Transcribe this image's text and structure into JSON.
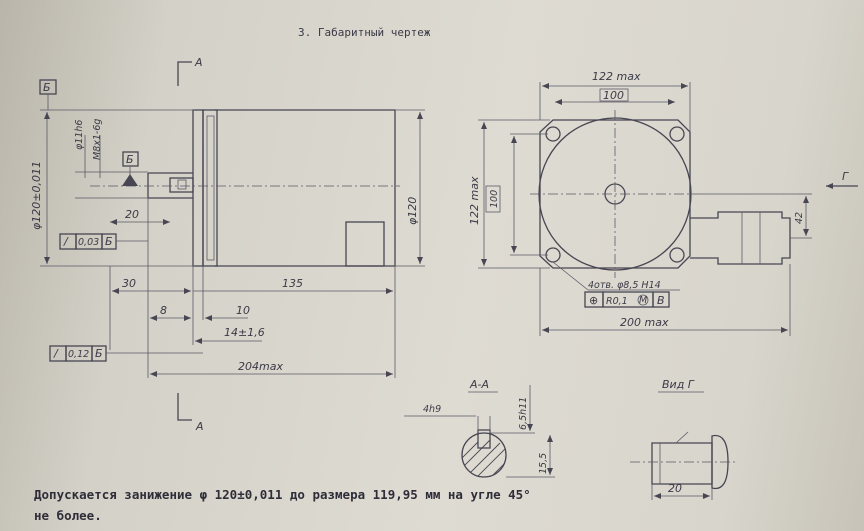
{
  "title": "3. Габаритный чертеж",
  "side_view": {
    "datum_b_top": "Б",
    "datum_b_mid": "Б",
    "section_mark_top": "А",
    "section_mark_bottom": "А",
    "dim_shaft_dia_a": "φ11h6",
    "dim_shaft_dia_b": "M8x1-6g",
    "dim_flange_dia": "φ120±0,011",
    "dim_20": "20",
    "dim_30": "30",
    "dim_135": "135",
    "dim_8": "8",
    "dim_10": "10",
    "dim_14": "14±1,6",
    "dim_204": "204max",
    "dim_body_dia": "φ120",
    "tol1_sym": "/",
    "tol1_val": "0,03",
    "tol1_ref": "Б",
    "tol2_sym": "/",
    "tol2_val": "0,12",
    "tol2_ref": "Б"
  },
  "front_view": {
    "dim_122_top": "122 max",
    "dim_100_top": "100",
    "dim_122_left": "122 max",
    "dim_100_left": "100",
    "dim_42": "42",
    "dim_200": "200 max",
    "holes_note": "4отв. φ8,5 H14",
    "pos_sym": "⊕",
    "pos_val": "R0,1",
    "pos_mod": "M",
    "pos_ref": "В",
    "view_arrow": "Г"
  },
  "section_aa": {
    "label": "А-А",
    "dim_key": "4h9",
    "dim_depth": "6,5h11",
    "dim_15": "15,5"
  },
  "view_g": {
    "label": "Вид Г",
    "dim_20": "20"
  },
  "note_line1": "Допускается занижение φ 120±0,011 до размера 119,95 мм на угле 45°",
  "note_line2": "не более."
}
